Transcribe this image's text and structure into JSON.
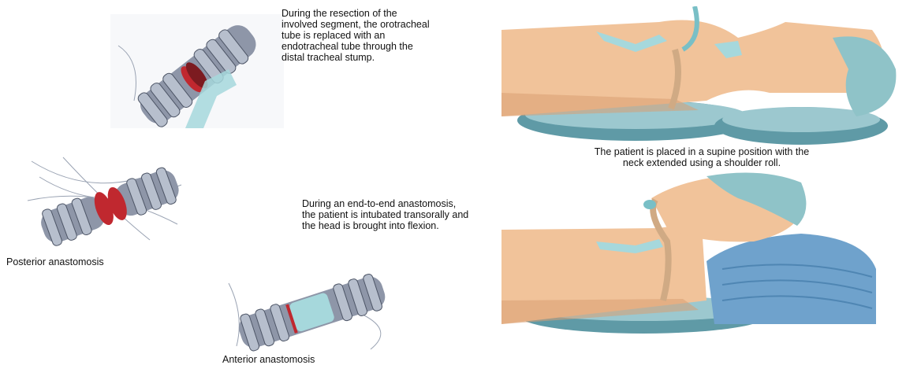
{
  "captions": {
    "intubation_note": "During the resection of the\ninvolved segment, the orotracheal\ntube is replaced with an\nendotracheal tube through the\ndistal tracheal stump.",
    "supine_position": "The patient is placed in a supine position with the\nneck extended using a shoulder roll.",
    "flexion_note": "During an end-to-end anastomosis,\nthe patient is intubated transorally and\nthe head is brought into flexion.",
    "posterior_label": "Posterior anastomosis",
    "anterior_label": "Anterior anastomosis"
  },
  "colors": {
    "skin": "#f1c39a",
    "skin_shadow": "#d99e72",
    "pillow": "#5f9aa6",
    "pillow_light": "#9cc8cf",
    "cap": "#8fc3c8",
    "trachea_ring": "#8e96a8",
    "trachea_dark": "#4d5566",
    "mucosa": "#c0282f",
    "tube": "#a6d8dc",
    "blanket": "#6fa2cc"
  }
}
